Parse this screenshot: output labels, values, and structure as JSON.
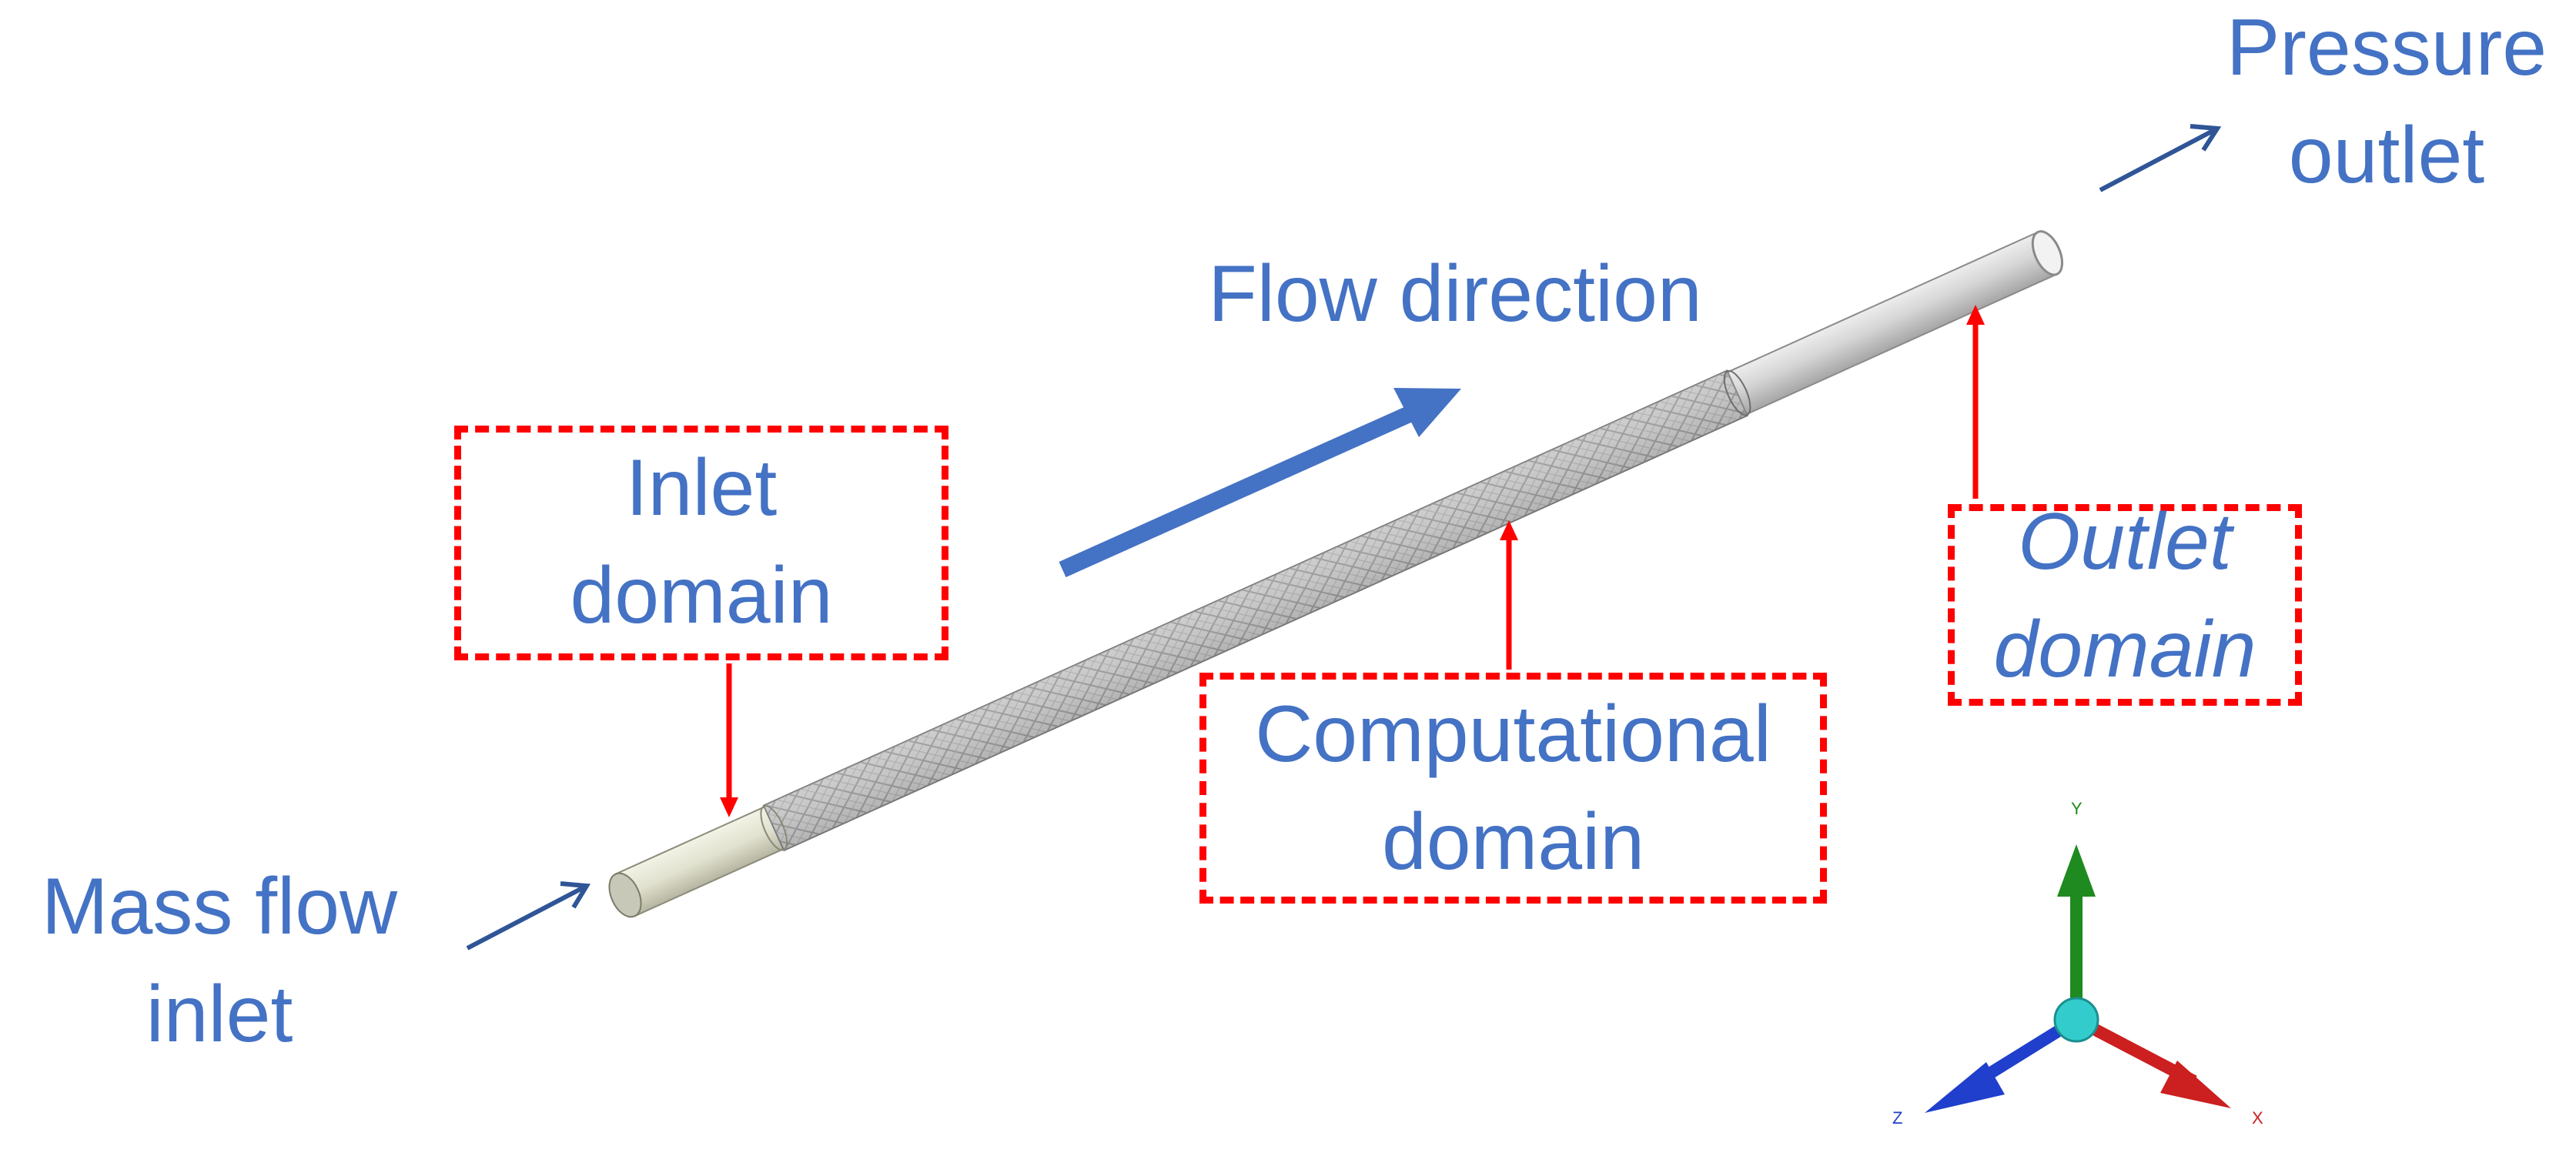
{
  "labels": {
    "pressure_outlet": [
      "Pressure",
      "outlet"
    ],
    "flow_direction": "Flow direction",
    "inlet_domain": [
      "Inlet",
      "domain"
    ],
    "outlet_domain": [
      "Outlet",
      "domain"
    ],
    "computational_domain": [
      "Computational",
      "domain"
    ],
    "mass_flow_inlet": [
      "Mass flow",
      "inlet"
    ]
  },
  "axes": {
    "x": "X",
    "y": "Y",
    "z": "Z"
  },
  "colors": {
    "label_text": "#4472c4",
    "box_border": "#ff0000",
    "pointer_arrow": "#ff0000",
    "flow_arrow": "#4472c4",
    "axis_x": "#cc1f1f",
    "axis_y": "#1f8a1f",
    "axis_z": "#1f3fcc",
    "axis_origin": "#33cccc"
  }
}
